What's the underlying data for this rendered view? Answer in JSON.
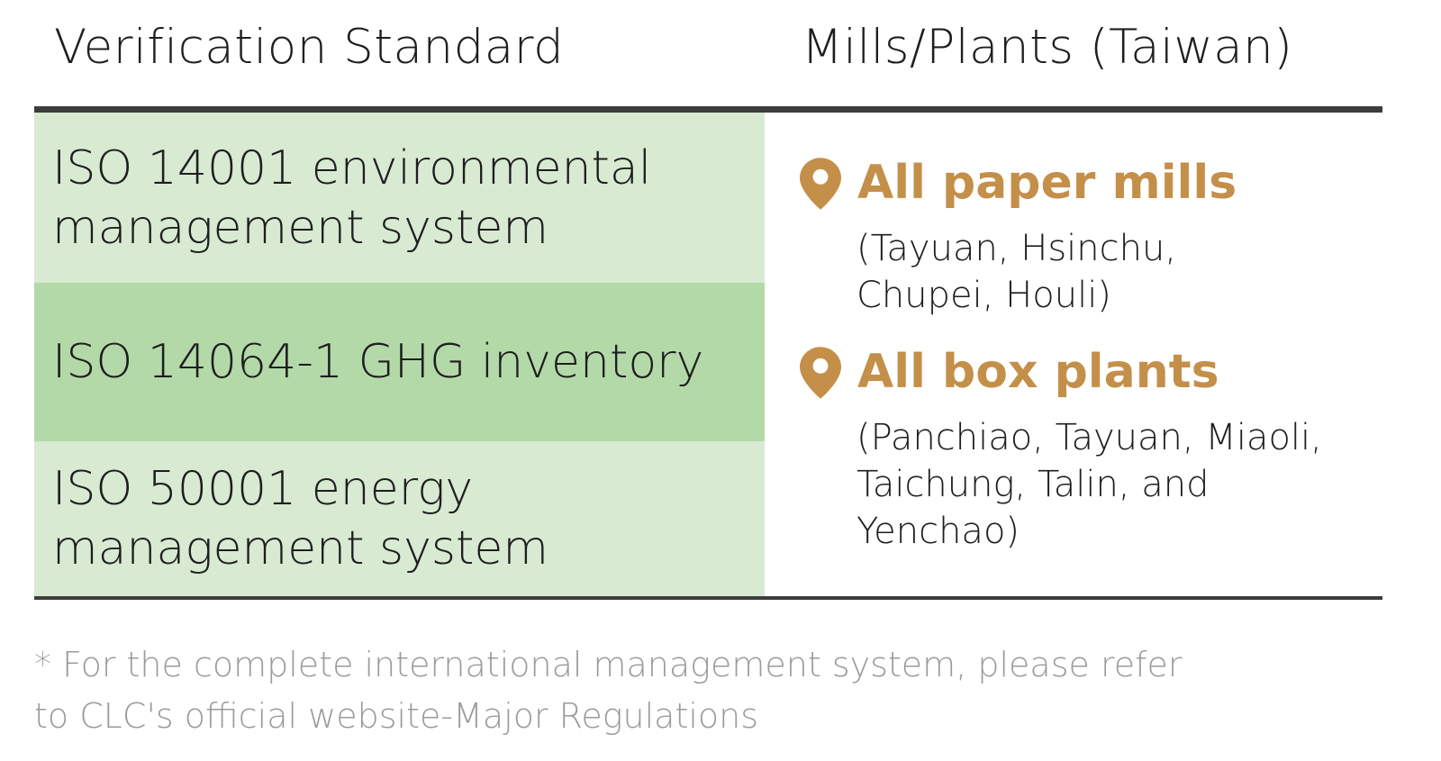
{
  "header": {
    "left": "Verification Standard",
    "right": "Mills/Plants (Taiwan)"
  },
  "colors": {
    "light_green": "#d8ead2",
    "mid_green": "#b3d9a9",
    "accent_gold": "#c48f49",
    "rule_dark": "#3d3d3d",
    "footnote_gray": "#9b9b9b"
  },
  "rows": [
    {
      "label": "ISO 14001 environmental management system",
      "fill": "#d8ead2"
    },
    {
      "label": "ISO 14064-1 GHG inventory",
      "fill": "#b3d9a9"
    },
    {
      "label": "ISO 50001 energy management system",
      "fill": "#d8ead2"
    }
  ],
  "locations": [
    {
      "icon": "location-pin-icon",
      "title": "All paper mills",
      "detail": "(Tayuan, Hsinchu, Chupei, Houli)"
    },
    {
      "icon": "location-pin-icon",
      "title": "All box plants",
      "detail": "(Panchiao, Tayuan, Miaoli, Taichung, Talin, and Yenchao)"
    }
  ],
  "footnote": "* For the complete international management system, please refer to CLC's official website-Major Regulations"
}
